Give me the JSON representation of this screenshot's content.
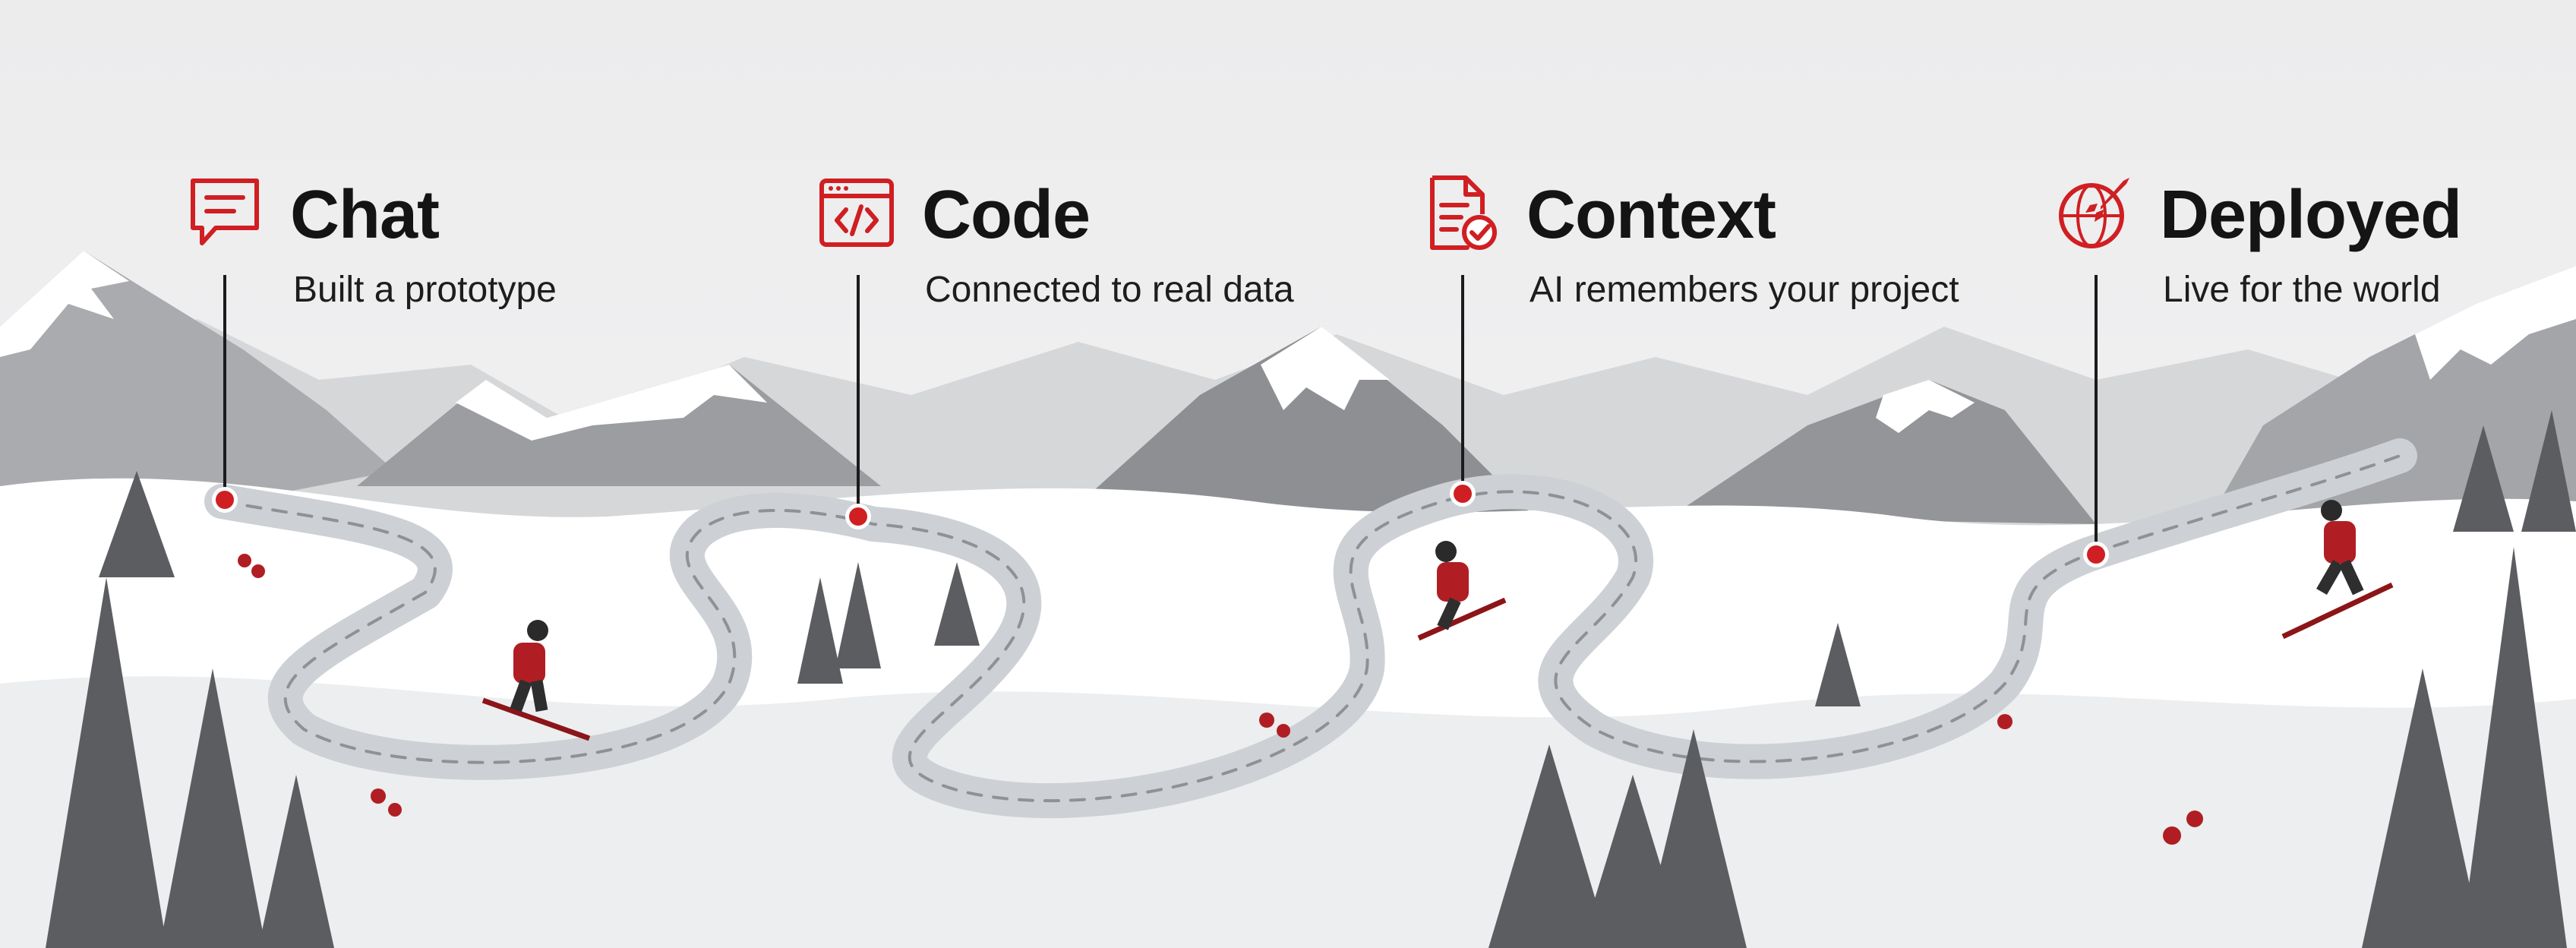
{
  "stages": [
    {
      "title": "Chat",
      "caption": "Built a prototype",
      "icon": "chat-bubble-icon"
    },
    {
      "title": "Code",
      "caption": "Connected to real data",
      "icon": "code-window-icon"
    },
    {
      "title": "Context",
      "caption": "AI remembers your project",
      "icon": "document-check-icon"
    },
    {
      "title": "Deployed",
      "caption": "Live for the world",
      "icon": "rocket-globe-icon"
    }
  ],
  "colors": {
    "accent": "#d01f22",
    "ink": "#141414",
    "snow": "#ffffff",
    "trail": "#cdd0d4",
    "mountain": "#9a9c9f",
    "tree": "#5b5d60"
  }
}
